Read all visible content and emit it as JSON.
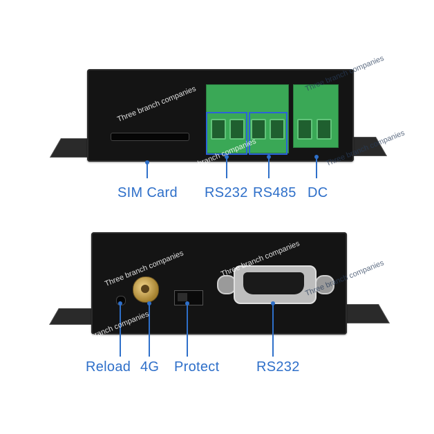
{
  "top_panel": {
    "labels": {
      "sim_card": "SIM Card",
      "rs232": "RS232",
      "rs485": "RS485",
      "dc": "DC"
    }
  },
  "bottom_panel": {
    "labels": {
      "reload": "Reload",
      "antenna_4g": "4G",
      "protect": "Protect",
      "rs232": "RS232"
    }
  },
  "watermark": "Three branch companies",
  "colors": {
    "label_blue": "#2e6fc9",
    "device_black": "#141414",
    "terminal_green": "#3aa856"
  }
}
